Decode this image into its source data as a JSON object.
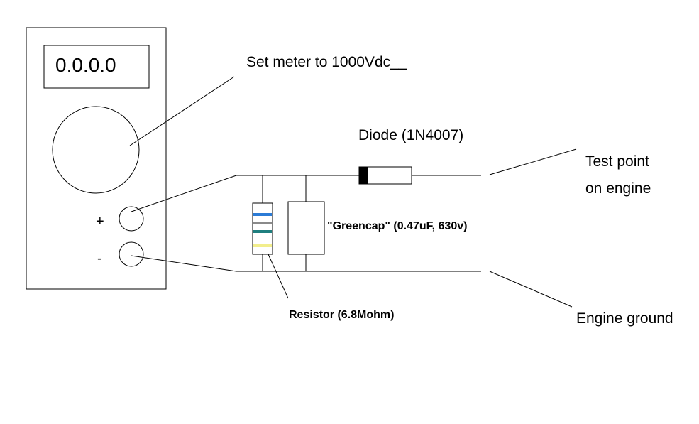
{
  "meter": {
    "display_reading": "0.0.0.0",
    "plus_label": "+",
    "minus_label": "-"
  },
  "annotations": {
    "set_meter": "Set meter to 1000Vdc__",
    "diode": "Diode (1N4007)",
    "test_point_line1": "Test point",
    "test_point_line2": "on engine",
    "greencap": "\"Greencap\" (0.47uF, 630v)",
    "resistor": "Resistor (6.8Mohm)",
    "engine_ground": "Engine ground"
  },
  "colors": {
    "stroke": "#000000",
    "diode_band": "#000000",
    "resistor_bands": [
      "#2b7bd6",
      "#8a8a8a",
      "#1f7f7f",
      "#f2ee8c"
    ]
  }
}
